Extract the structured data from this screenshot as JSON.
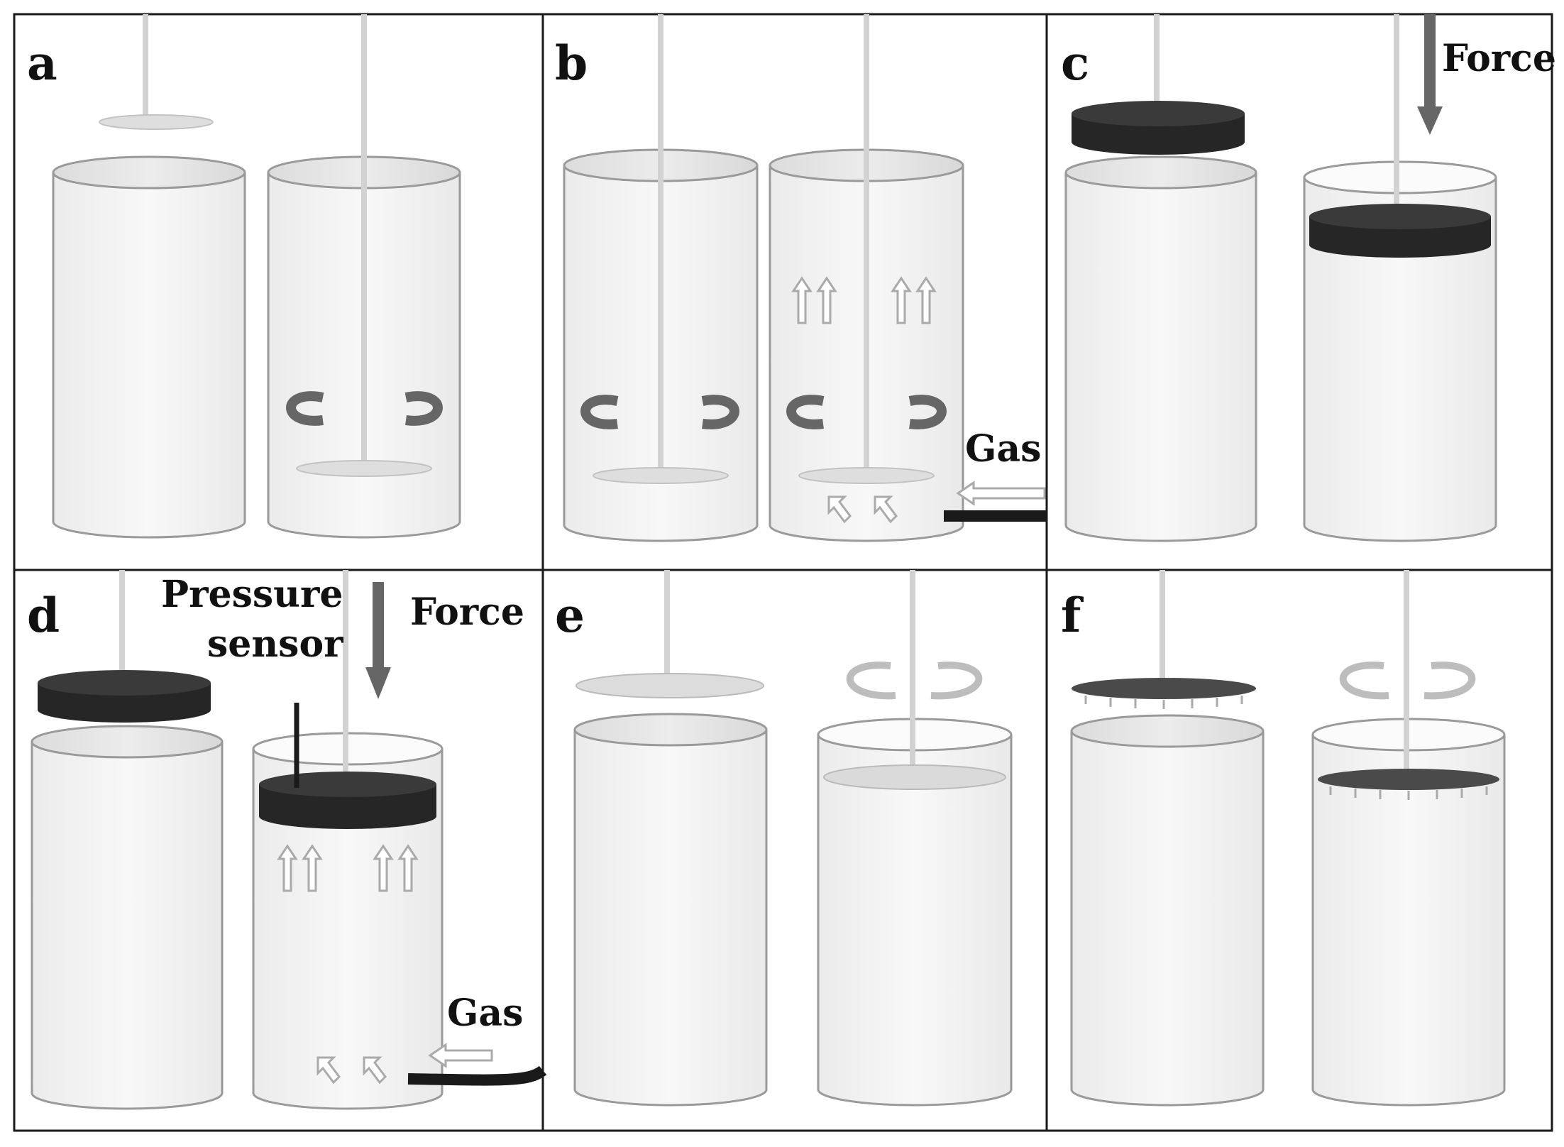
{
  "panels": [
    {
      "id": "a",
      "label": "a"
    },
    {
      "id": "b",
      "label": "b"
    },
    {
      "id": "c",
      "label": "c"
    },
    {
      "id": "d",
      "label": "d"
    },
    {
      "id": "e",
      "label": "e"
    },
    {
      "id": "f",
      "label": "f"
    }
  ],
  "annotations": {
    "gas_b": "Gas",
    "force_c": "Force",
    "pressure_d_line1": "Pressure",
    "pressure_d_line2": "sensor",
    "force_d": "Force",
    "gas_d": "Gas"
  },
  "colors": {
    "frame": "#1a1a1a",
    "cylinder_fill": "#f2f2f2",
    "cylinder_stroke": "#9a9a9a",
    "piston": "#262626",
    "rotation_arrow": "#666666",
    "impeller": "#cfcfcf",
    "rod": "#d2d2d2",
    "gas_pipe": "#1a1a1a",
    "force_arrow": "#666666"
  }
}
